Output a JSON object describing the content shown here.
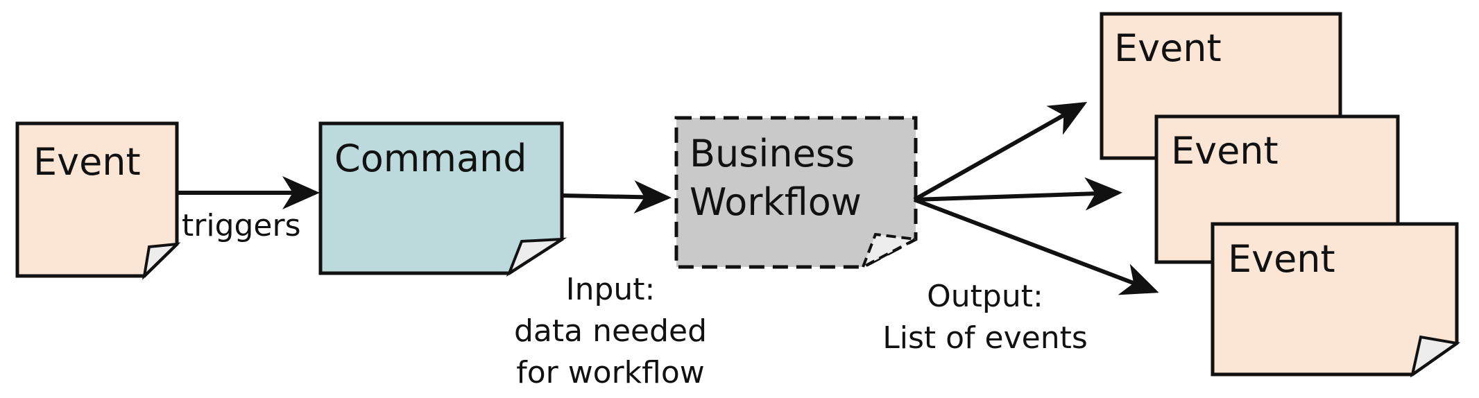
{
  "colors": {
    "event_fill": "#fbe6d6",
    "command_fill": "#bcd9dc",
    "workflow_fill": "#c9c9c9",
    "stroke": "#111111",
    "fold": "#ededed"
  },
  "nodes": {
    "source_event": {
      "label": "Event"
    },
    "command": {
      "label": "Command"
    },
    "workflow": {
      "label_line1": "Business",
      "label_line2": "Workflow"
    },
    "output_event_1": {
      "label": "Event"
    },
    "output_event_2": {
      "label": "Event"
    },
    "output_event_3": {
      "label": "Event"
    }
  },
  "edges": {
    "triggers": {
      "label": "triggers"
    },
    "input": {
      "line1": "Input:",
      "line2": "data needed",
      "line3": "for workflow"
    },
    "output": {
      "line1": "Output:",
      "line2": "List of events"
    }
  }
}
